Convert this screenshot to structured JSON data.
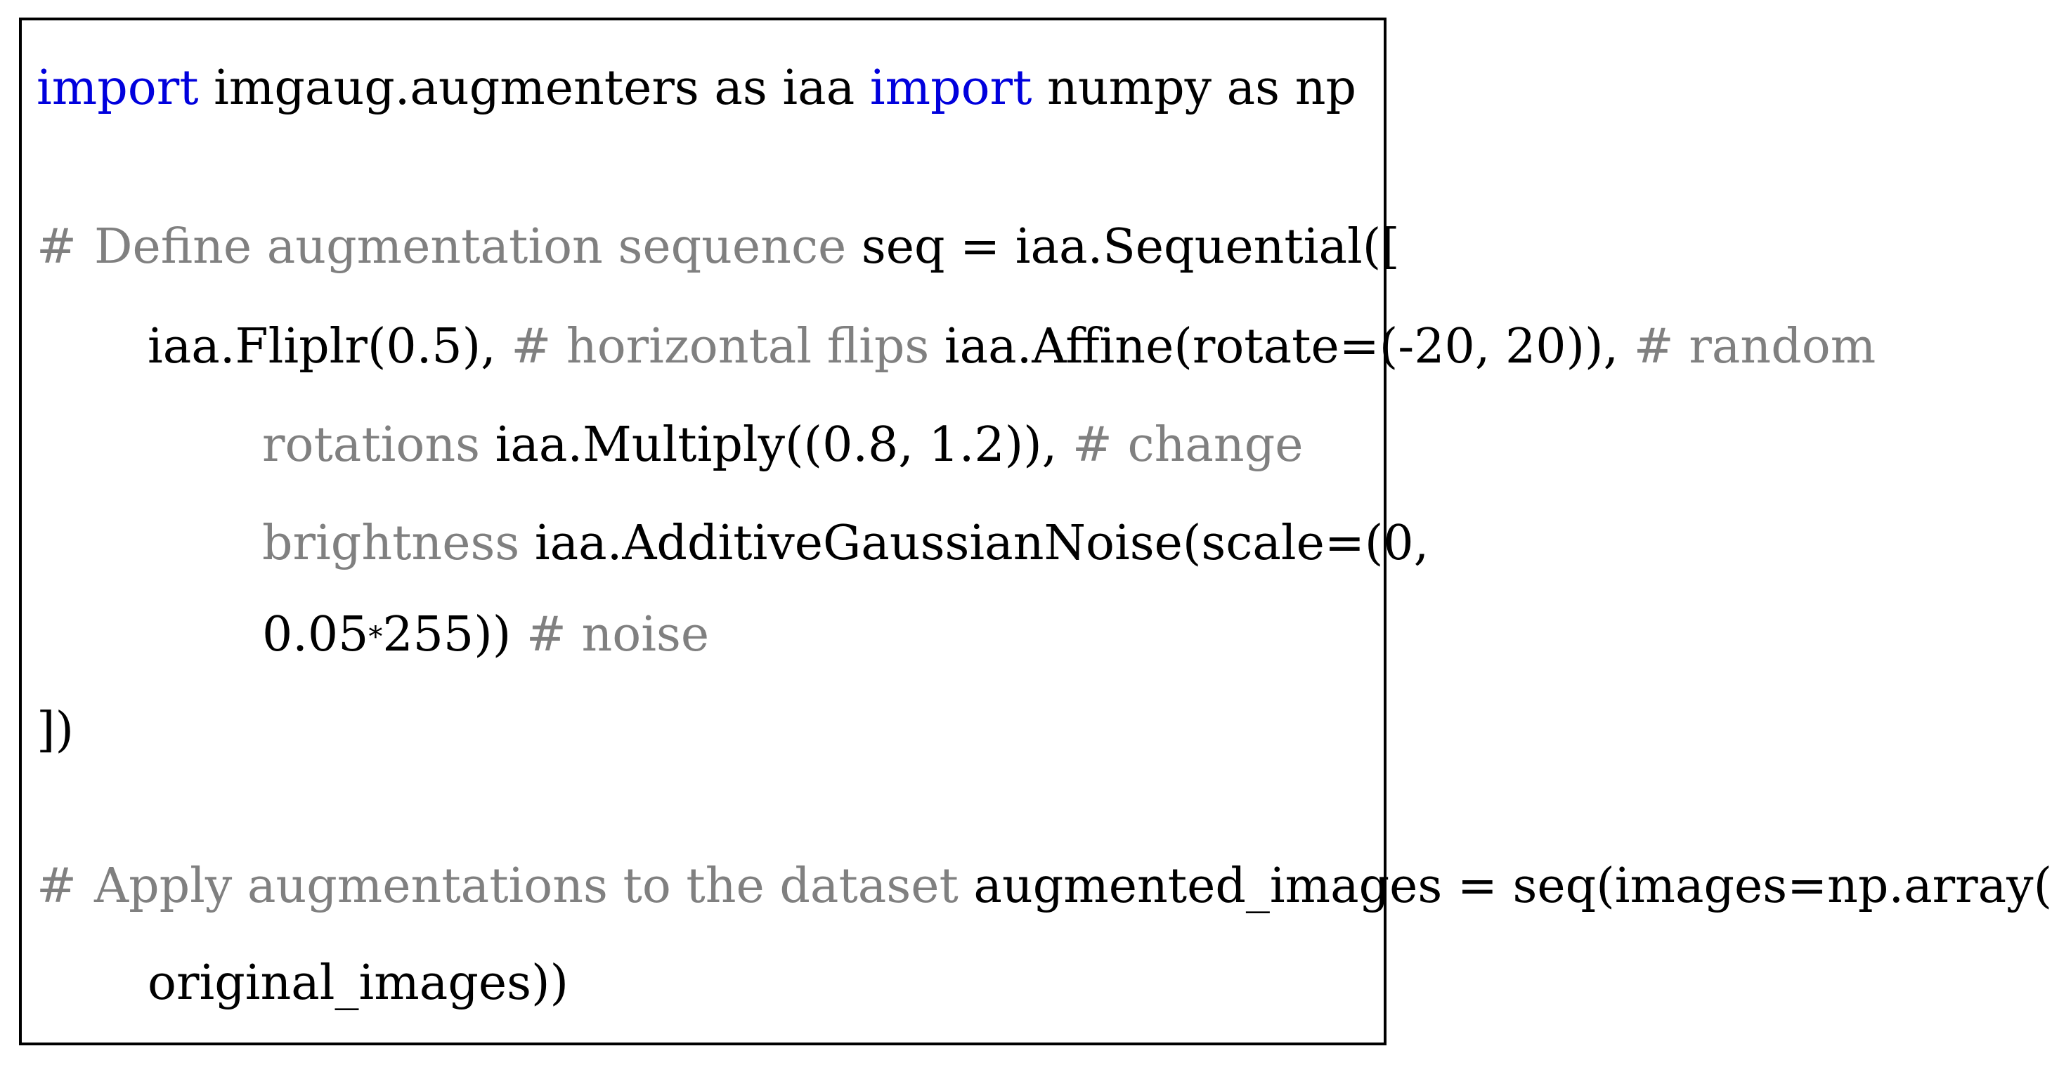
{
  "code": {
    "line1": {
      "kw1": "import",
      "c1": " imgaug.augmenters as iaa ",
      "kw2": "import",
      "c2": " numpy as np"
    },
    "line2": {
      "hash": "#",
      "comment": "Define augmentation sequence",
      "code": " seq = iaa.Sequential(["
    },
    "line3": {
      "c1": "iaa.Fliplr(0.5), ",
      "m1": "# horizontal flips",
      "c2": " iaa.Affine(rotate=(-20, 20)), ",
      "m2": "# random"
    },
    "line4": {
      "m1": "rotations",
      "c1": " iaa.Multiply((0.8, 1.2)), ",
      "m2": "# change"
    },
    "line5": {
      "m1": "brightness",
      "c1": " iaa.AdditiveGaussianNoise(scale=(0,"
    },
    "line6": {
      "c1": "0.05",
      "star": "*",
      "c2": "255)) ",
      "m1": "# noise"
    },
    "line7": {
      "c1": "])"
    },
    "line8": {
      "hash": "#",
      "comment": "Apply augmentations to the dataset",
      "code": " augmented_images = seq(images=np.array("
    },
    "line9": {
      "c1": "original_images))"
    }
  }
}
